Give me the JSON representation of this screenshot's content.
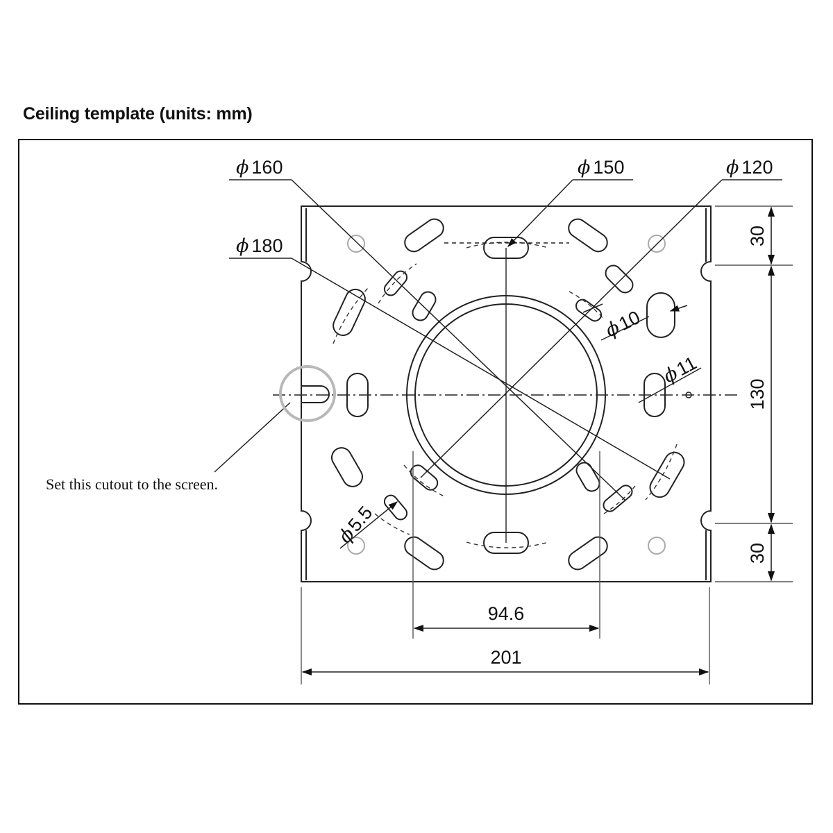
{
  "title": "Ceiling template (units: mm)",
  "note": "Set this cutout to the screen.",
  "phi_symbol": "ϕ",
  "diameters": {
    "d160": "160",
    "d150": "150",
    "d120": "120",
    "d180": "180",
    "d10": "10",
    "d11": "11",
    "d5_5": "5.5"
  },
  "dimensions": {
    "top_band": "30",
    "middle_band": "130",
    "bottom_band": "30",
    "inner_width": "94.6",
    "overall_width": "201"
  }
}
